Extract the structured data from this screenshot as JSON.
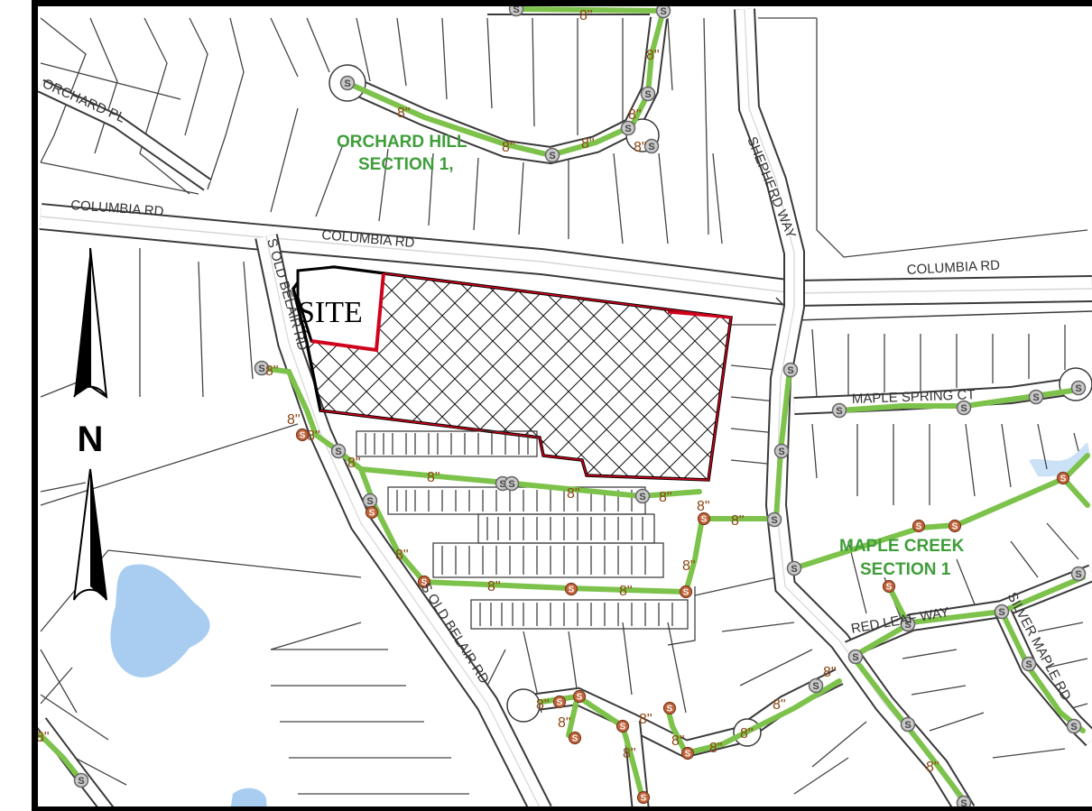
{
  "map": {
    "site_label": "SITE",
    "north_label": "N",
    "roads": {
      "columbia_rd": "COLUMBIA RD",
      "orchard_pl": "ORCHARD PL",
      "shepherd_way": "SHEPHERD WAY",
      "s_old_belair_rd": "S OLD BELAIR RD",
      "maple_spring_ct": "MAPLE SPRING CT",
      "red_leaf_way": "RED LEAF WAY",
      "silver_maple_rd": "SILVER MAPLE RD"
    },
    "subdivisions": {
      "orchard_hill_line1": "ORCHARD HILL",
      "orchard_hill_line2": "SECTION 1,",
      "maple_creek_line1": "MAPLE CREEK",
      "maple_creek_line2": "SECTION 1"
    },
    "pipe_size_label": "8\"",
    "manhole_symbol": "S",
    "colors": {
      "sewer_line": "#7dc24b",
      "site_outline": "#000000",
      "site_boundary_red": "#d0021b",
      "road_casing": "#3a3a3a",
      "road_fill": "#ffffff",
      "water": "#a9cdf0",
      "subdivision_text": "#3f9e3a",
      "pipe_label": "#8b4513"
    },
    "icons": [
      "north-arrow-icon",
      "manhole-grey-icon",
      "manhole-brown-icon"
    ]
  }
}
